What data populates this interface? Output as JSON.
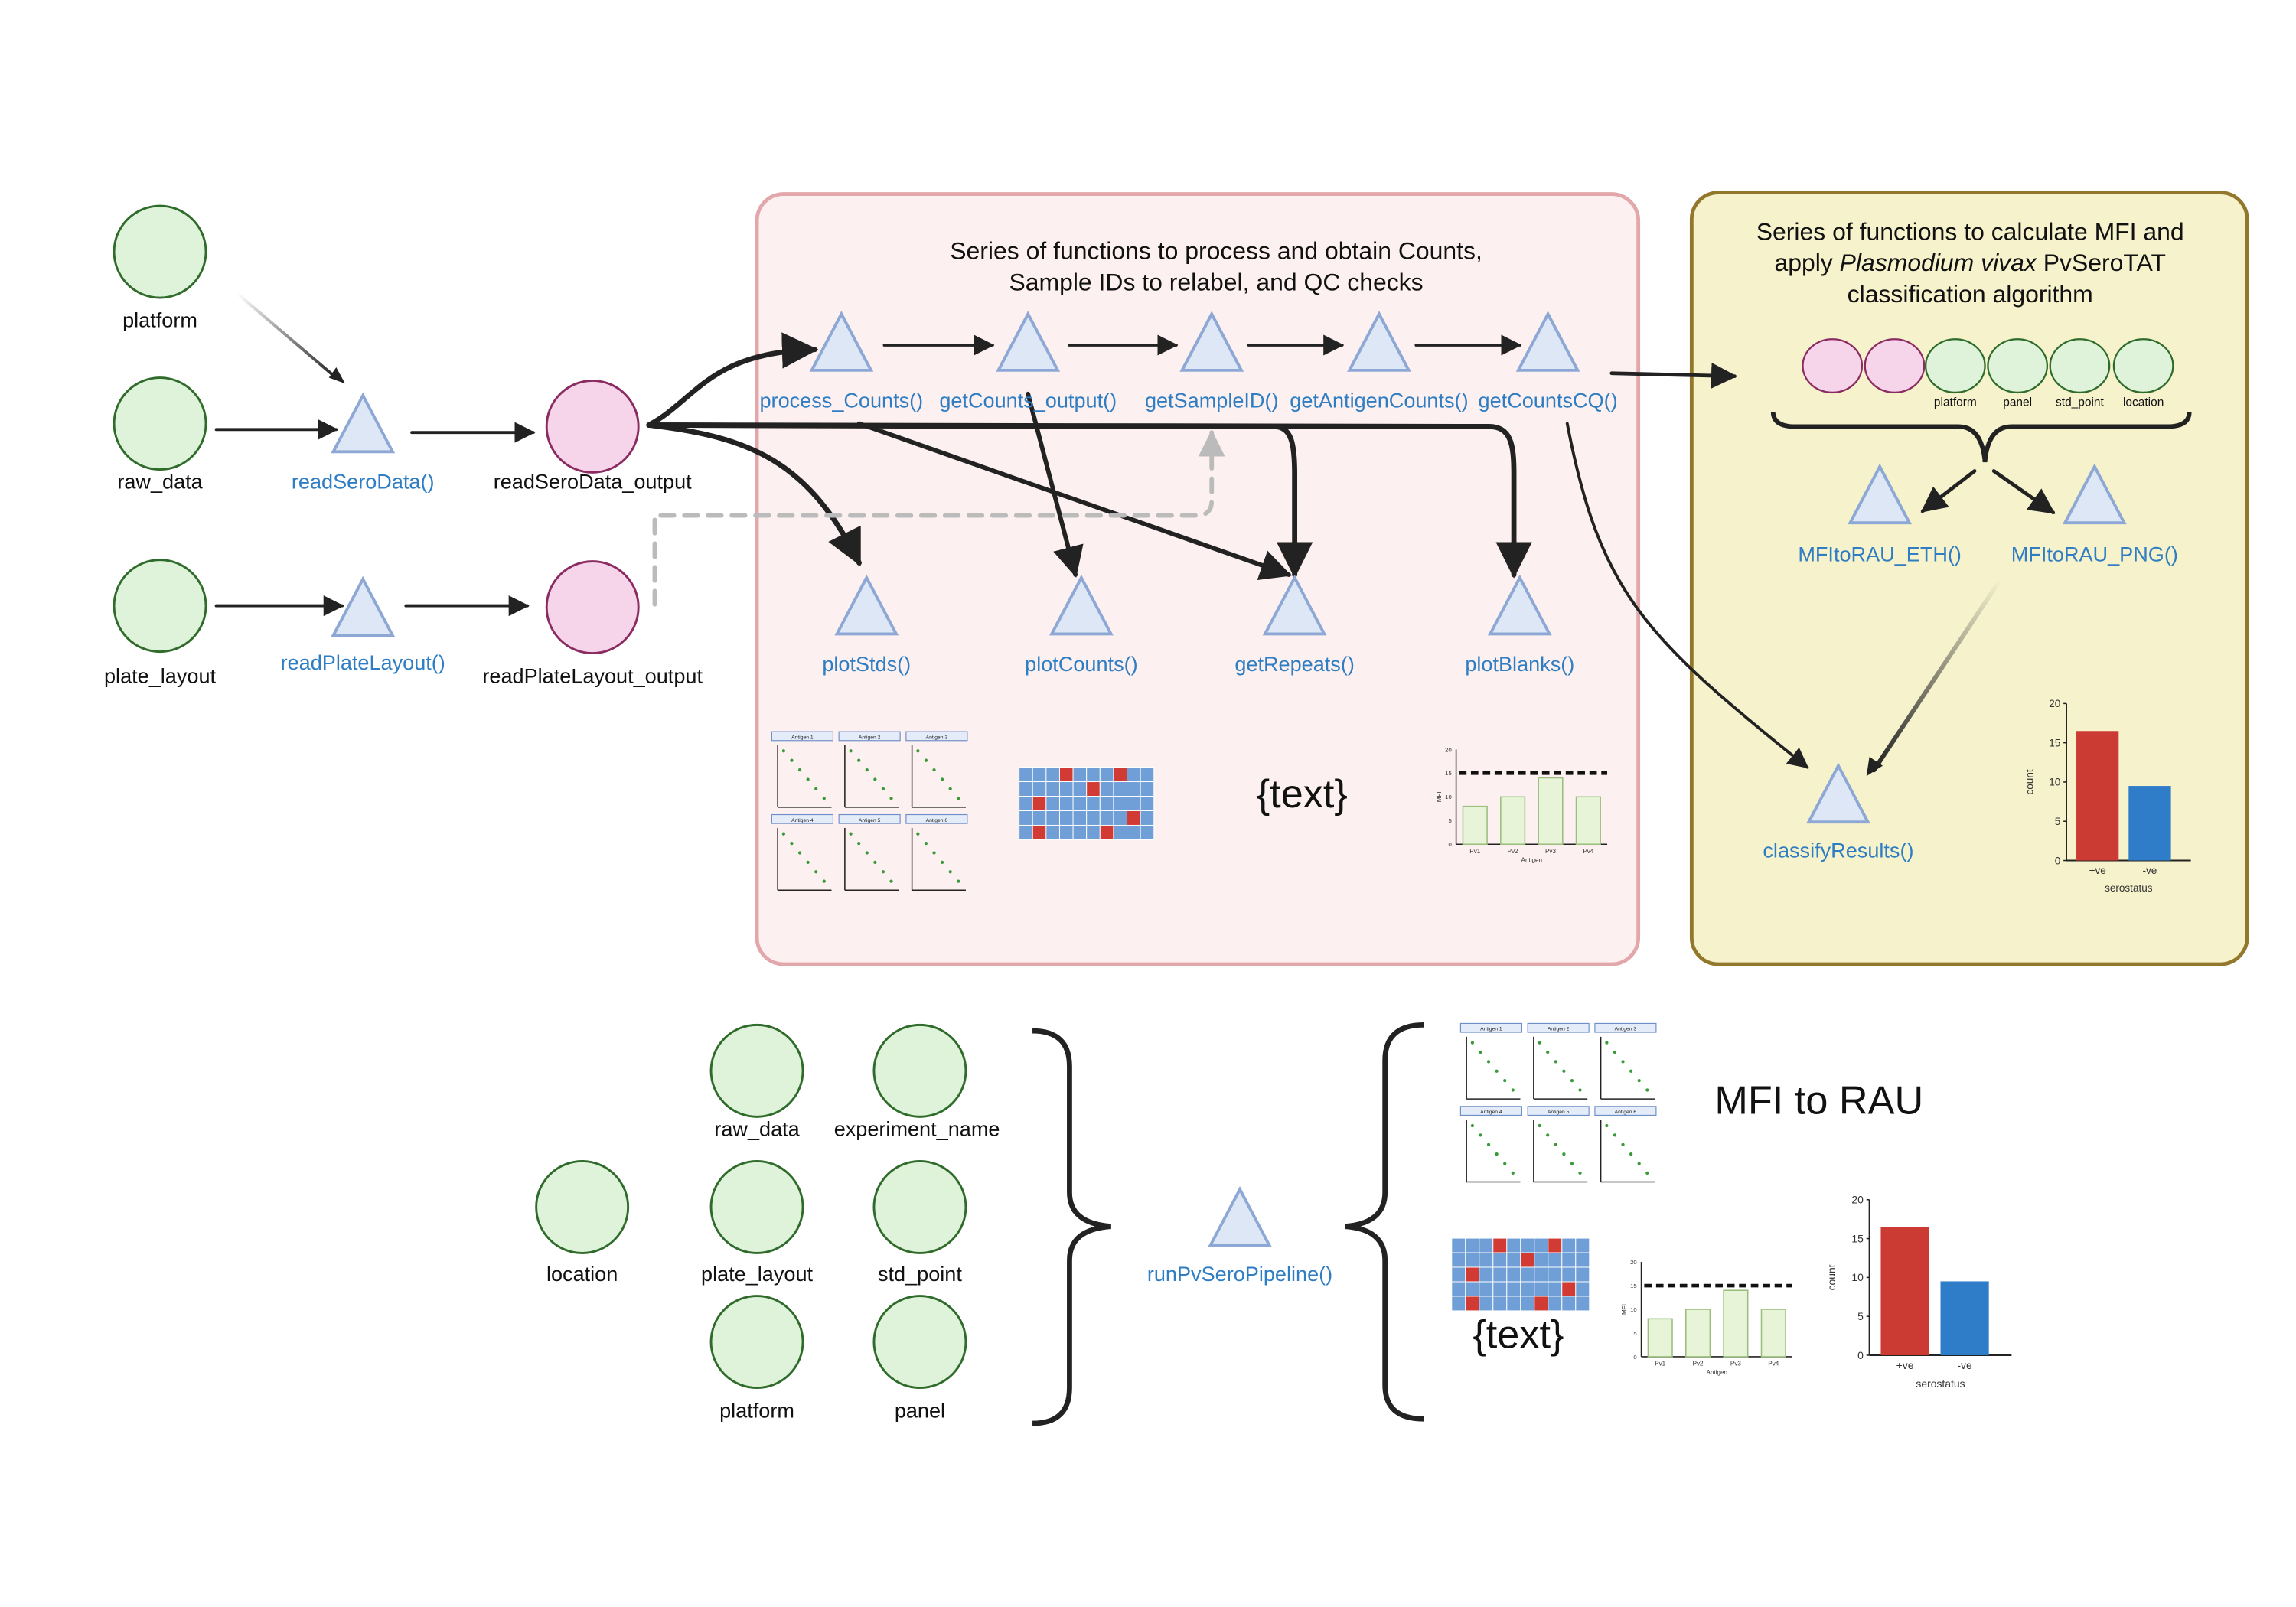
{
  "inputs": {
    "platform": "platform",
    "raw_data": "raw_data",
    "plate_layout": "plate_layout"
  },
  "read_functions": {
    "readSeroData": "readSeroData()",
    "readPlateLayout": "readPlateLayout()"
  },
  "outputs": {
    "readSeroData_output": "readSeroData_output",
    "readPlateLayout_output": "readPlateLayout_output"
  },
  "process_box": {
    "title_line1": "Series of functions to process and obtain Counts,",
    "title_line2": "Sample IDs to relabel, and QC checks",
    "functions_top": [
      "process_Counts()",
      "getCounts_output()",
      "getSampleID()",
      "getAntigenCounts()",
      "getCountsCQ()"
    ],
    "functions_bottom": [
      "plotStds()",
      "plotCounts()",
      "getRepeats()",
      "plotBlanks()"
    ],
    "text_placeholder": "{text}"
  },
  "classify_box": {
    "title_line1": "Series of functions to calculate MFI and",
    "title_line2_a": "apply ",
    "title_line2_italic": "Plasmodium vivax",
    "title_line2_b": " PvSeroTAT",
    "title_line3": "classification algorithm",
    "param_labels": [
      "platform",
      "panel",
      "std_point",
      "location"
    ],
    "functions": [
      "MFItoRAU_ETH()",
      "MFItoRAU_PNG()",
      "classifyResults()"
    ]
  },
  "mini_plots": {
    "std_panel_titles": [
      "Antigen 1",
      "Antigen 2",
      "Antigen 3",
      "Antigen 4",
      "Antigen 5",
      "Antigen 6"
    ]
  },
  "pipeline": {
    "params": [
      "location",
      "raw_data",
      "experiment_name",
      "plate_layout",
      "std_point",
      "platform",
      "panel"
    ],
    "function": "runPvSeroPipeline()",
    "mfi_label": "MFI to RAU",
    "text_placeholder": "{text}"
  },
  "chart_data": [
    {
      "type": "bar",
      "categories": [
        "Pv1",
        "Pv2",
        "Pv3",
        "Pv4"
      ],
      "values": [
        8,
        10,
        14,
        10
      ],
      "threshold": 15,
      "xlabel": "Antigen",
      "ylabel": "MFI",
      "ylim": [
        0,
        20
      ],
      "yticks": [
        0,
        5,
        10,
        15,
        20
      ]
    },
    {
      "type": "bar",
      "categories": [
        "+ve",
        "-ve"
      ],
      "values": [
        16.5,
        9.5
      ],
      "xlabel": "serostatus",
      "ylabel": "count",
      "ylim": [
        0,
        20
      ],
      "yticks": [
        0,
        5,
        10,
        15,
        20
      ]
    }
  ],
  "colors": {
    "input_fill": "#dff3da",
    "input_stroke": "#2f6b2a",
    "output_fill": "#f6d4ea",
    "output_stroke": "#8a2b61",
    "triangle_fill": "#dde7f6",
    "triangle_stroke": "#8ea8d6",
    "function_text": "#2f7dc2",
    "process_fill": "#fdf0f0",
    "process_stroke": "#e2a7ab",
    "classify_fill": "#f5f2cc",
    "classify_stroke": "#93782c",
    "bar_pos": "#cc3b33",
    "bar_neg": "#2f7dc8",
    "bar_light": "#e8f4d8",
    "bar_light_stroke": "#9bbd7e",
    "grid_blue": "#6f9fd6",
    "grid_red": "#d23b34"
  }
}
